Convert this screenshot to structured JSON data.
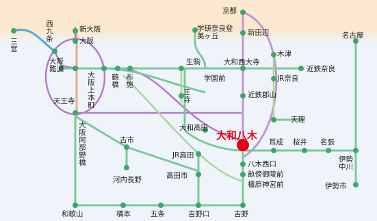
{
  "map": {
    "highlight_station": "大和八木",
    "stations": {
      "sannomiya": "三宮",
      "nishikujo": "西九条",
      "shin_osaka": "新大阪",
      "osaka": "大阪",
      "osaka_namba": "大阪難波",
      "tennoji": "天王寺",
      "osaka_uehommachi": "大阪上本町",
      "tsuruhashi": "鶴橋",
      "fuse": "布施",
      "osaka_abenobashi": "大阪阿部野橋",
      "wakayama": "和歌山",
      "hashimoto": "橋本",
      "gojo": "五条",
      "furuichi": "古市",
      "kawachinagano": "河内長野",
      "oji": "王寺",
      "ikoma": "生駒",
      "gakuen_mae": "学園前",
      "gakken_nara_tomigaoka": "学研奈良登美ヶ丘",
      "kyoto": "京都",
      "shin_tanabe": "新田辺",
      "kizu": "木津",
      "yamato_saidaiji": "大和西大寺",
      "kintetsu_nara": "近鉄奈良",
      "jr_nara": "JR奈良",
      "kintetsu_koriyama": "近鉄郡山",
      "tenri": "天理",
      "yamato_takada": "大和高田",
      "jr_takada": "JR高田",
      "takadashi": "高田市",
      "miminashi": "耳成",
      "sakurai": "桜井",
      "nabari": "名張",
      "ise_nakagawa": "伊勢中川",
      "iseshi": "伊勢市",
      "nagoya": "名古屋",
      "yagi_nishiguchi": "八木西口",
      "unebi_goryomae": "畝傍御陵前",
      "kashiharajingu_mae": "橿原神宮前",
      "yoshinoguchi": "吉野口",
      "yoshino": "吉野"
    },
    "colors": {
      "kintetsu_line": "#7dc79b",
      "kyoto_line": "#c495d4",
      "jr_line": "#a9d59a",
      "kobe_line": "#4fa8dc",
      "osaka_loop": "#b57ac8",
      "midosuji": "#f0a97e",
      "station_node": "#3aa86b",
      "highlight": "#e60012"
    }
  }
}
